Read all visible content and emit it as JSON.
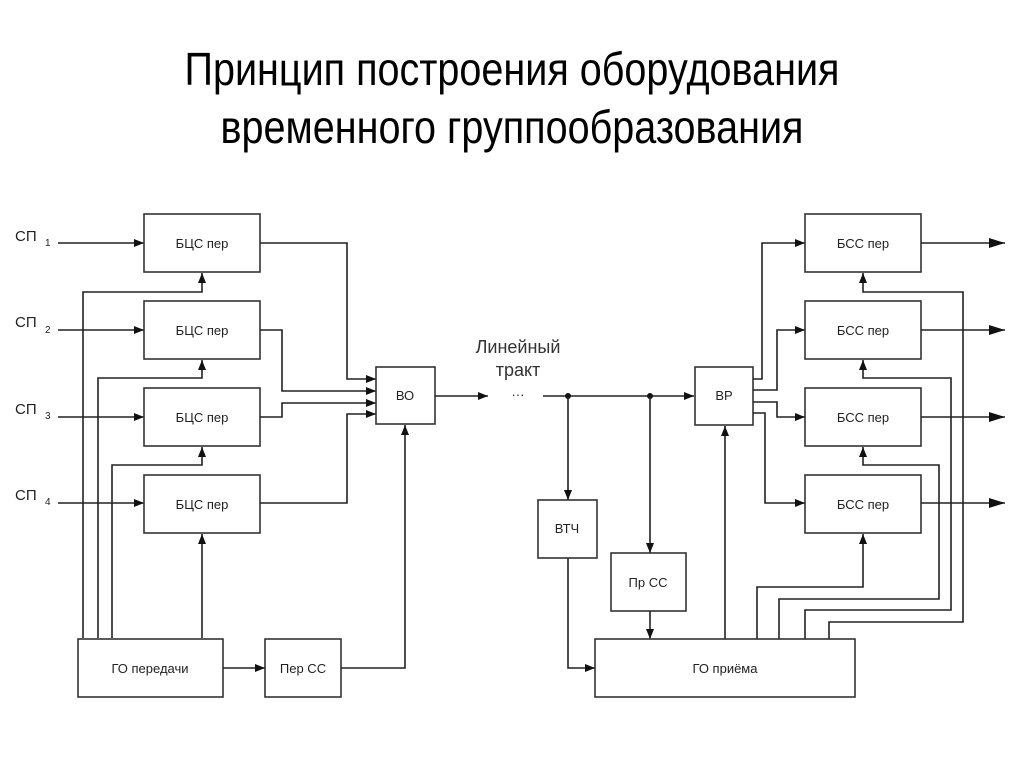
{
  "title": {
    "line1": "Принцип построения оборудования",
    "line2": "временного группообразования"
  },
  "inputs": [
    {
      "label": "СП",
      "sub": "1"
    },
    {
      "label": "СП",
      "sub": "2"
    },
    {
      "label": "СП",
      "sub": "3"
    },
    {
      "label": "СП",
      "sub": "4"
    }
  ],
  "blocks": {
    "bcs": [
      "БЦС пер",
      "БЦС пер",
      "БЦС пер",
      "БЦС пер"
    ],
    "vo": "ВО",
    "go_tx": "ГО передачи",
    "per_ss": "Пер СС",
    "line_label_1": "Линейный",
    "line_label_2": "тракт",
    "line_dots": "···",
    "vtch": "ВТЧ",
    "pr_ss": "Пр СС",
    "vr": "ВР",
    "go_rx": "ГО приёма",
    "bss": [
      "БСС пер",
      "БСС пер",
      "БСС пер",
      "БСС пер"
    ]
  }
}
